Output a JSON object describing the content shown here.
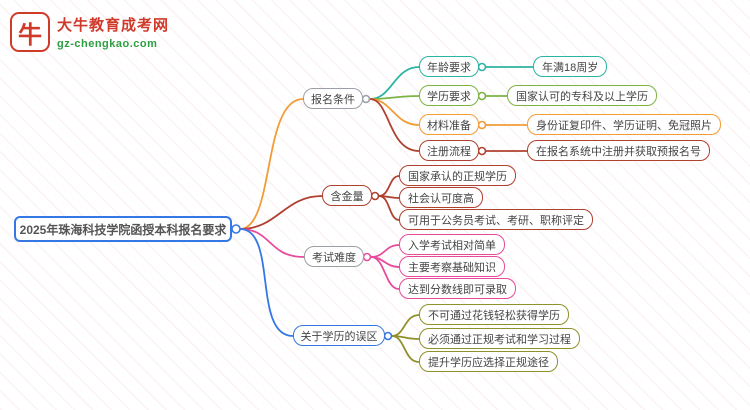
{
  "logo": {
    "name": "大牛教育成考网",
    "domain": "gz-chengkao.com",
    "bull_icon": "牛",
    "red": "#d03a2b",
    "green": "#2e9e43"
  },
  "mindmap": {
    "root": {
      "label": "2025年珠海科技学院函授本科报名要求",
      "color": "#3578e5"
    },
    "branches": [
      {
        "label": "报名条件",
        "color": "#9aa0a6",
        "line_color": "#f29c38",
        "children": [
          {
            "label": "年龄要求",
            "value": "年满18周岁",
            "color": "#2bb3a3"
          },
          {
            "label": "学历要求",
            "value": "国家认可的专科及以上学历",
            "color": "#7cb342"
          },
          {
            "label": "材料准备",
            "value": "身份证复印件、学历证明、免冠照片",
            "color": "#f29c38"
          },
          {
            "label": "注册流程",
            "value": "在报名系统中注册并获取预报名号",
            "color": "#b04030"
          }
        ]
      },
      {
        "label": "含金量",
        "color": "#b04030",
        "line_color": "#b04030",
        "children": [
          {
            "label": "国家承认的正规学历"
          },
          {
            "label": "社会认可度高"
          },
          {
            "label": "可用于公务员考试、考研、职称评定"
          }
        ]
      },
      {
        "label": "考试难度",
        "color": "#9aa0a6",
        "line_color": "#e84b9b",
        "children": [
          {
            "label": "入学考试相对简单"
          },
          {
            "label": "主要考察基础知识"
          },
          {
            "label": "达到分数线即可录取"
          }
        ]
      },
      {
        "label": "关于学历的误区",
        "color": "#3578e5",
        "line_color": "#90912a",
        "children": [
          {
            "label": "不可通过花钱轻松获得学历"
          },
          {
            "label": "必须通过正规考试和学习过程"
          },
          {
            "label": "提升学历应选择正规途径"
          }
        ]
      }
    ]
  }
}
